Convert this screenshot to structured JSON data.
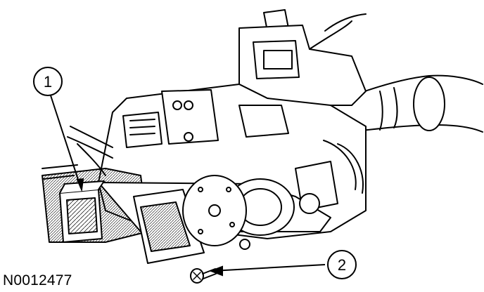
{
  "figure": {
    "id_label": "N0012477",
    "callouts": [
      {
        "number": "1"
      },
      {
        "number": "2"
      }
    ]
  }
}
